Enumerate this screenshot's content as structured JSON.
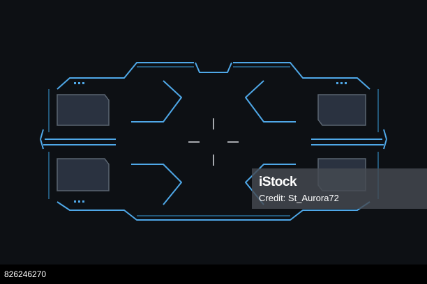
{
  "colors": {
    "background": "#0d1014",
    "frame_line": "#4fa8e8",
    "frame_dim": "#2b6f9a",
    "panel_fill": "#2a3240",
    "panel_edge": "#5a6470",
    "crosshair": "#d9dde3",
    "footer": "#000000"
  },
  "watermark": {
    "logo": "iStock",
    "credit": "Credit: St_Aurora72"
  },
  "footer": {
    "image_id": "826246270"
  },
  "icons": {
    "crosshair": "crosshair-icon",
    "watermark_logo": "istock-logo"
  }
}
